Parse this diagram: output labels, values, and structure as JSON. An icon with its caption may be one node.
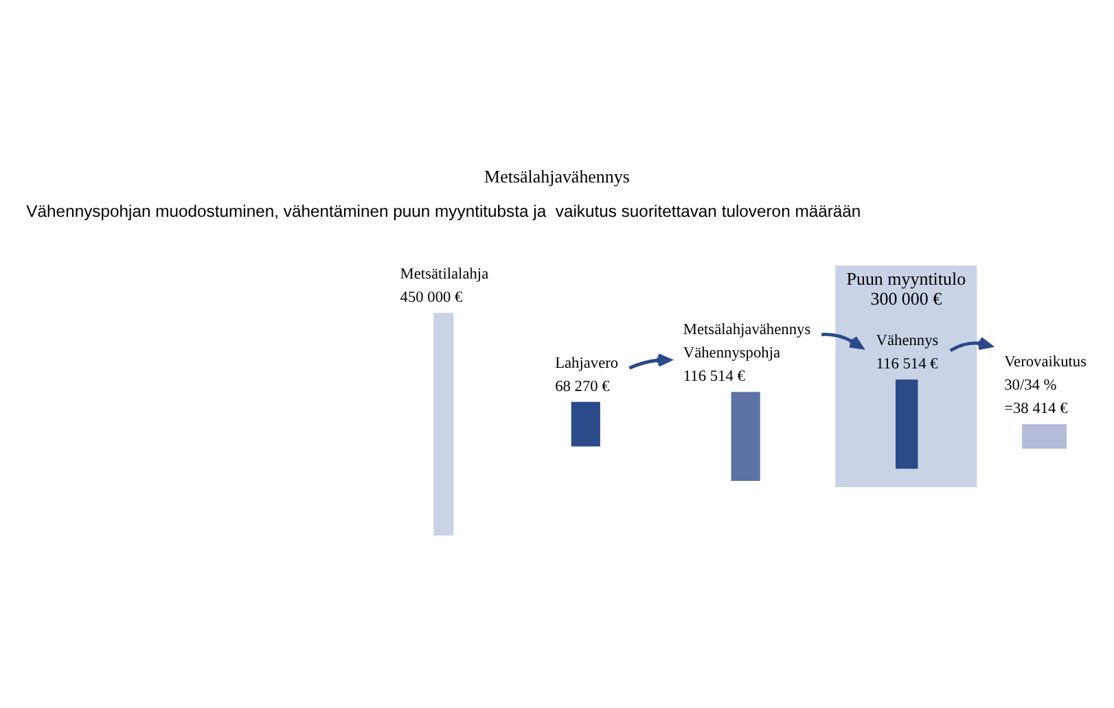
{
  "diagram": {
    "title": "Metsälahjavähennys",
    "nodes": [
      {
        "text": [],
        "shape": "bar",
        "beside": [
          "Metsätilalahja",
          "450 000 €"
        ]
      },
      {
        "text": [],
        "shape": "bar",
        "beside": [
          "Lahjavero",
          "68 270 €"
        ]
      },
      {
        "text": [],
        "shape": "bar",
        "beside": [
          "Metsälahjavähennys",
          "Vähennyspohja",
          "116 514 €"
        ]
      },
      {
        "text": [],
        "shape": "bar",
        "beside": [
          "Puun myyntitulo",
          "300 000 €"
        ]
      },
      {
        "text": [],
        "shape": "bar",
        "in": 3,
        "beside": [
          "Vähennys",
          "116 514 €"
        ]
      },
      {
        "text": [],
        "shape": "bar",
        "beside": [
          "Verovaikutus",
          "30/34 %",
          "=38 414 €"
        ]
      }
    ],
    "edges": [
      {
        "from": 1,
        "to": 2,
        "arrow": "to"
      },
      {
        "from": 2,
        "to": 4,
        "arrow": "to"
      },
      {
        "from": 4,
        "to": 5,
        "arrow": "to"
      }
    ],
    "labels": [
      "Vähennyspohjan muodostuminen, vähentäminen puun myyntitubsta ja  vaikutus suoritettavan tuloveron määrään"
    ]
  }
}
